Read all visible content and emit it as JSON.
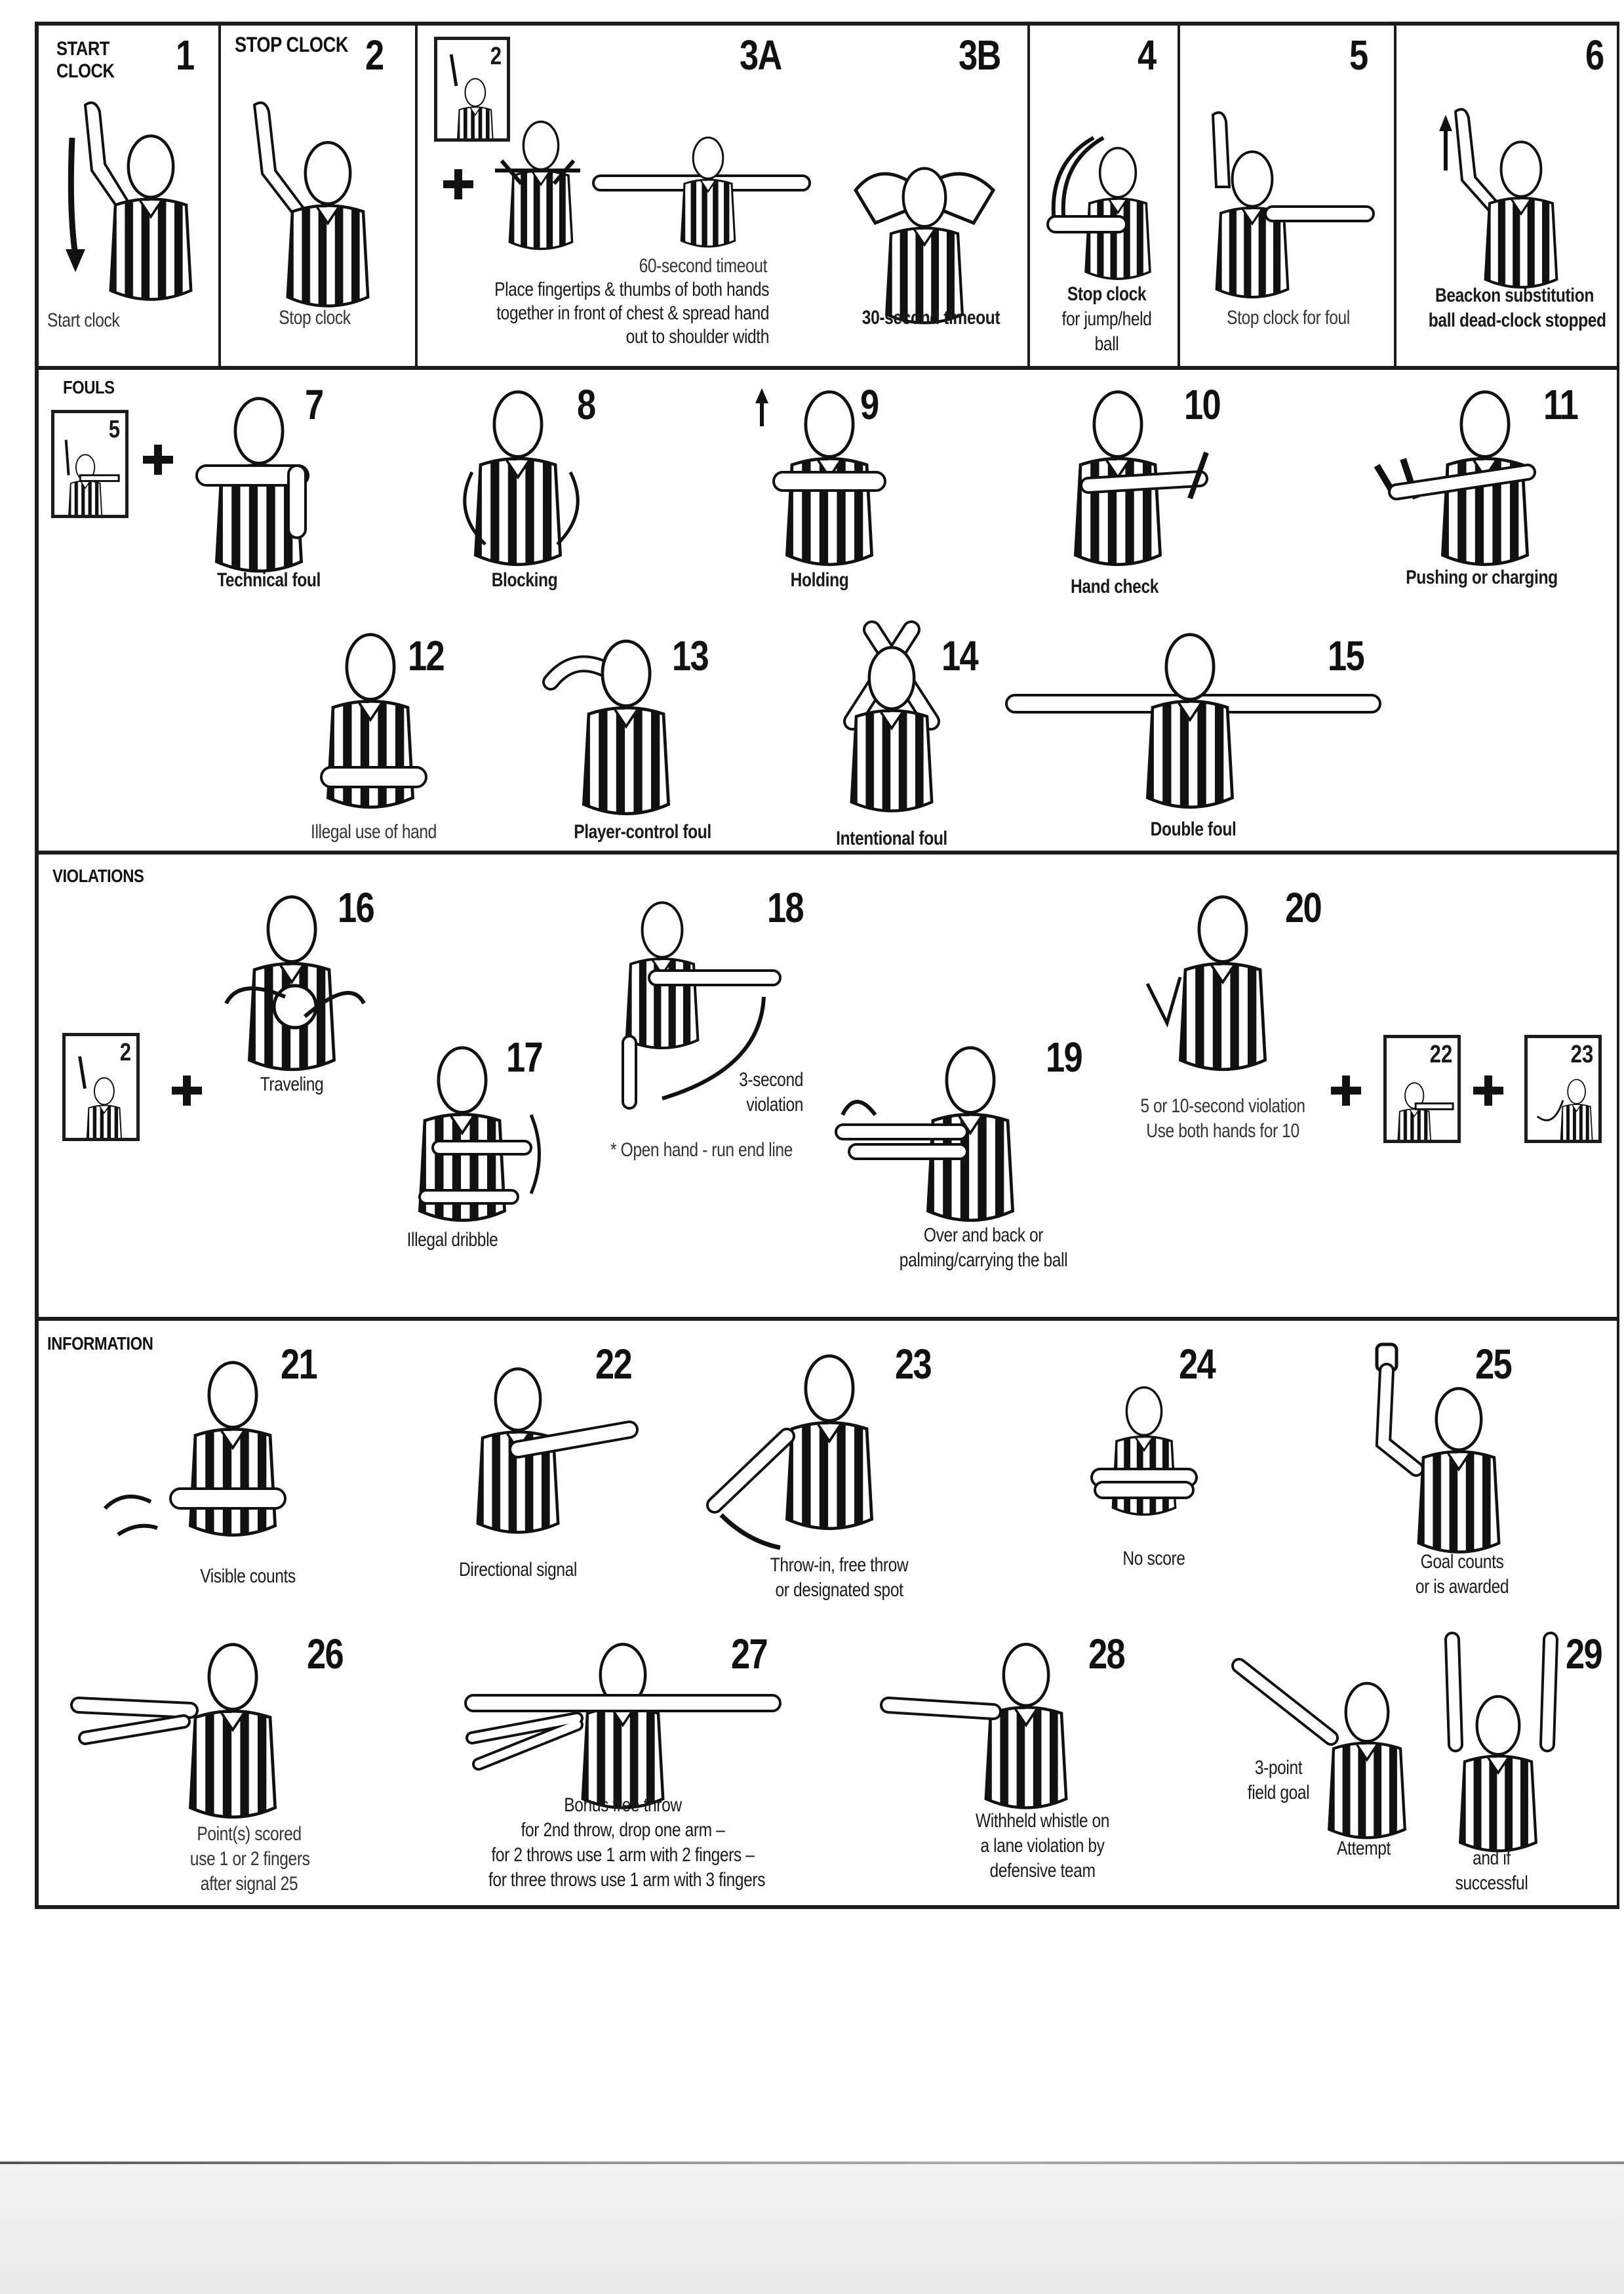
{
  "document": {
    "title": "Basketball Officials Signals Chart",
    "colors": {
      "ink": "#111111",
      "paper": "#ffffff",
      "scan_shadow": "#e9e9e9"
    }
  },
  "clock_row": {
    "start_clock": {
      "header": "START CLOCK",
      "header_line1": "START",
      "header_line2": "CLOCK",
      "number": "1",
      "caption": "Start clock"
    },
    "stop_clock": {
      "header": "STOP CLOCK",
      "number": "2",
      "caption": "Stop clock"
    },
    "timeout_60": {
      "number": "3A",
      "prefix_signal": "2",
      "title": "60-second timeout",
      "caption_lines": [
        "Place fingertips & thumbs of both hands",
        "together in front of chest & spread hand",
        "out to shoulder width"
      ]
    },
    "timeout_30": {
      "number": "3B",
      "caption": "30-second timeout"
    },
    "jump_ball": {
      "number": "4",
      "caption_lines": [
        "Stop clock",
        "for jump/held",
        "ball"
      ]
    },
    "foul_stop": {
      "number": "5",
      "caption": "Stop clock for foul"
    },
    "substitution": {
      "number": "6",
      "caption_lines": [
        "Beackon substitution",
        "ball dead-clock stopped"
      ]
    }
  },
  "fouls": {
    "section_label": "FOULS",
    "prefix_signal": "5",
    "items": [
      {
        "number": "7",
        "caption": "Technical foul"
      },
      {
        "number": "8",
        "caption": "Blocking"
      },
      {
        "number": "9",
        "caption": "Holding"
      },
      {
        "number": "10",
        "caption": "Hand check"
      },
      {
        "number": "11",
        "caption": "Pushing or charging"
      },
      {
        "number": "12",
        "caption": "Illegal use of hand"
      },
      {
        "number": "13",
        "caption": "Player-control foul"
      },
      {
        "number": "14",
        "caption": "Intentional foul"
      },
      {
        "number": "15",
        "caption": "Double foul"
      }
    ]
  },
  "violations": {
    "section_label": "VIOLATIONS",
    "prefix_signal": "2",
    "items": [
      {
        "number": "16",
        "caption": "Traveling"
      },
      {
        "number": "17",
        "caption": "Illegal dribble"
      },
      {
        "number": "18",
        "caption_lines": [
          "3-second",
          "violation"
        ],
        "note": "* Open hand - run end line"
      },
      {
        "number": "19",
        "caption_lines": [
          "Over and back or",
          "palming/carrying the ball"
        ]
      },
      {
        "number": "20",
        "caption_lines": [
          "5 or 10-second violation",
          "Use both hands for 10"
        ]
      }
    ],
    "suffix_signals": [
      "22",
      "23"
    ]
  },
  "information": {
    "section_label": "INFORMATION",
    "items": [
      {
        "number": "21",
        "caption": "Visible counts"
      },
      {
        "number": "22",
        "caption": "Directional signal"
      },
      {
        "number": "23",
        "caption_lines": [
          "Throw-in, free throw",
          "or designated spot"
        ]
      },
      {
        "number": "24",
        "caption": "No score"
      },
      {
        "number": "25",
        "caption_lines": [
          "Goal counts",
          "or is awarded"
        ]
      },
      {
        "number": "26",
        "caption_lines": [
          "Point(s) scored",
          "use 1 or 2 fingers",
          "after signal 25"
        ]
      },
      {
        "number": "27",
        "caption_lines": [
          "Bonus free throw",
          "for 2nd throw, drop one arm –",
          "for 2 throws use 1 arm with 2 fingers –",
          "for three throws use 1 arm with 3 fingers"
        ]
      },
      {
        "number": "28",
        "caption_lines": [
          "Withheld whistle on",
          "a lane violation by",
          "defensive team"
        ]
      },
      {
        "number": "29",
        "side_label_lines": [
          "3-point",
          "field goal"
        ],
        "attempt_label": "Attempt",
        "success_label_lines": [
          "and if",
          "successful"
        ]
      }
    ]
  }
}
